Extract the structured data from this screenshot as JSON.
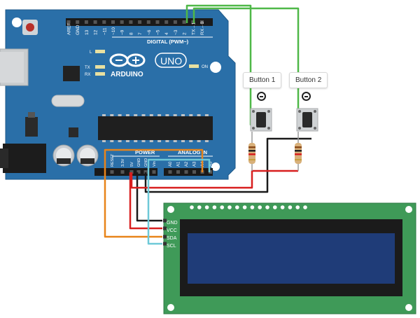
{
  "board": {
    "logo_text": "ARDUINO",
    "model": "UNO",
    "digital_label": "DIGITAL (PWM~)",
    "on_label": "ON",
    "power_label": "POWER",
    "analog_label": "ANALOG IN",
    "led_labels": [
      "L",
      "TX",
      "RX"
    ],
    "digital_pins": [
      "AREF",
      "GND",
      "13",
      "12",
      "~11",
      "~10",
      "~9",
      "8",
      "7",
      "~6",
      "~5",
      "4",
      "~3",
      "2",
      "TX→1",
      "RX←0"
    ],
    "power_pins": [
      "RESET",
      "3.3V",
      "5V",
      "GND",
      "GND",
      "Vin"
    ],
    "analog_pins": [
      "A0",
      "A1",
      "A2",
      "A3",
      "A4",
      "A5"
    ]
  },
  "buttons": [
    {
      "label": "Button 1"
    },
    {
      "label": "Button 2"
    }
  ],
  "lcd": {
    "pins": [
      "GND",
      "VCC",
      "SDA",
      "SCL"
    ]
  },
  "colors": {
    "board": "#2a6fa8",
    "lcd_pcb": "#3f9a58",
    "lcd_screen": "#1f3c78",
    "wire_green": "#4fb848",
    "wire_black": "#1a1a1a",
    "wire_red": "#d81f1f",
    "wire_orange": "#e8841a",
    "wire_cyan": "#6ec9d8"
  }
}
